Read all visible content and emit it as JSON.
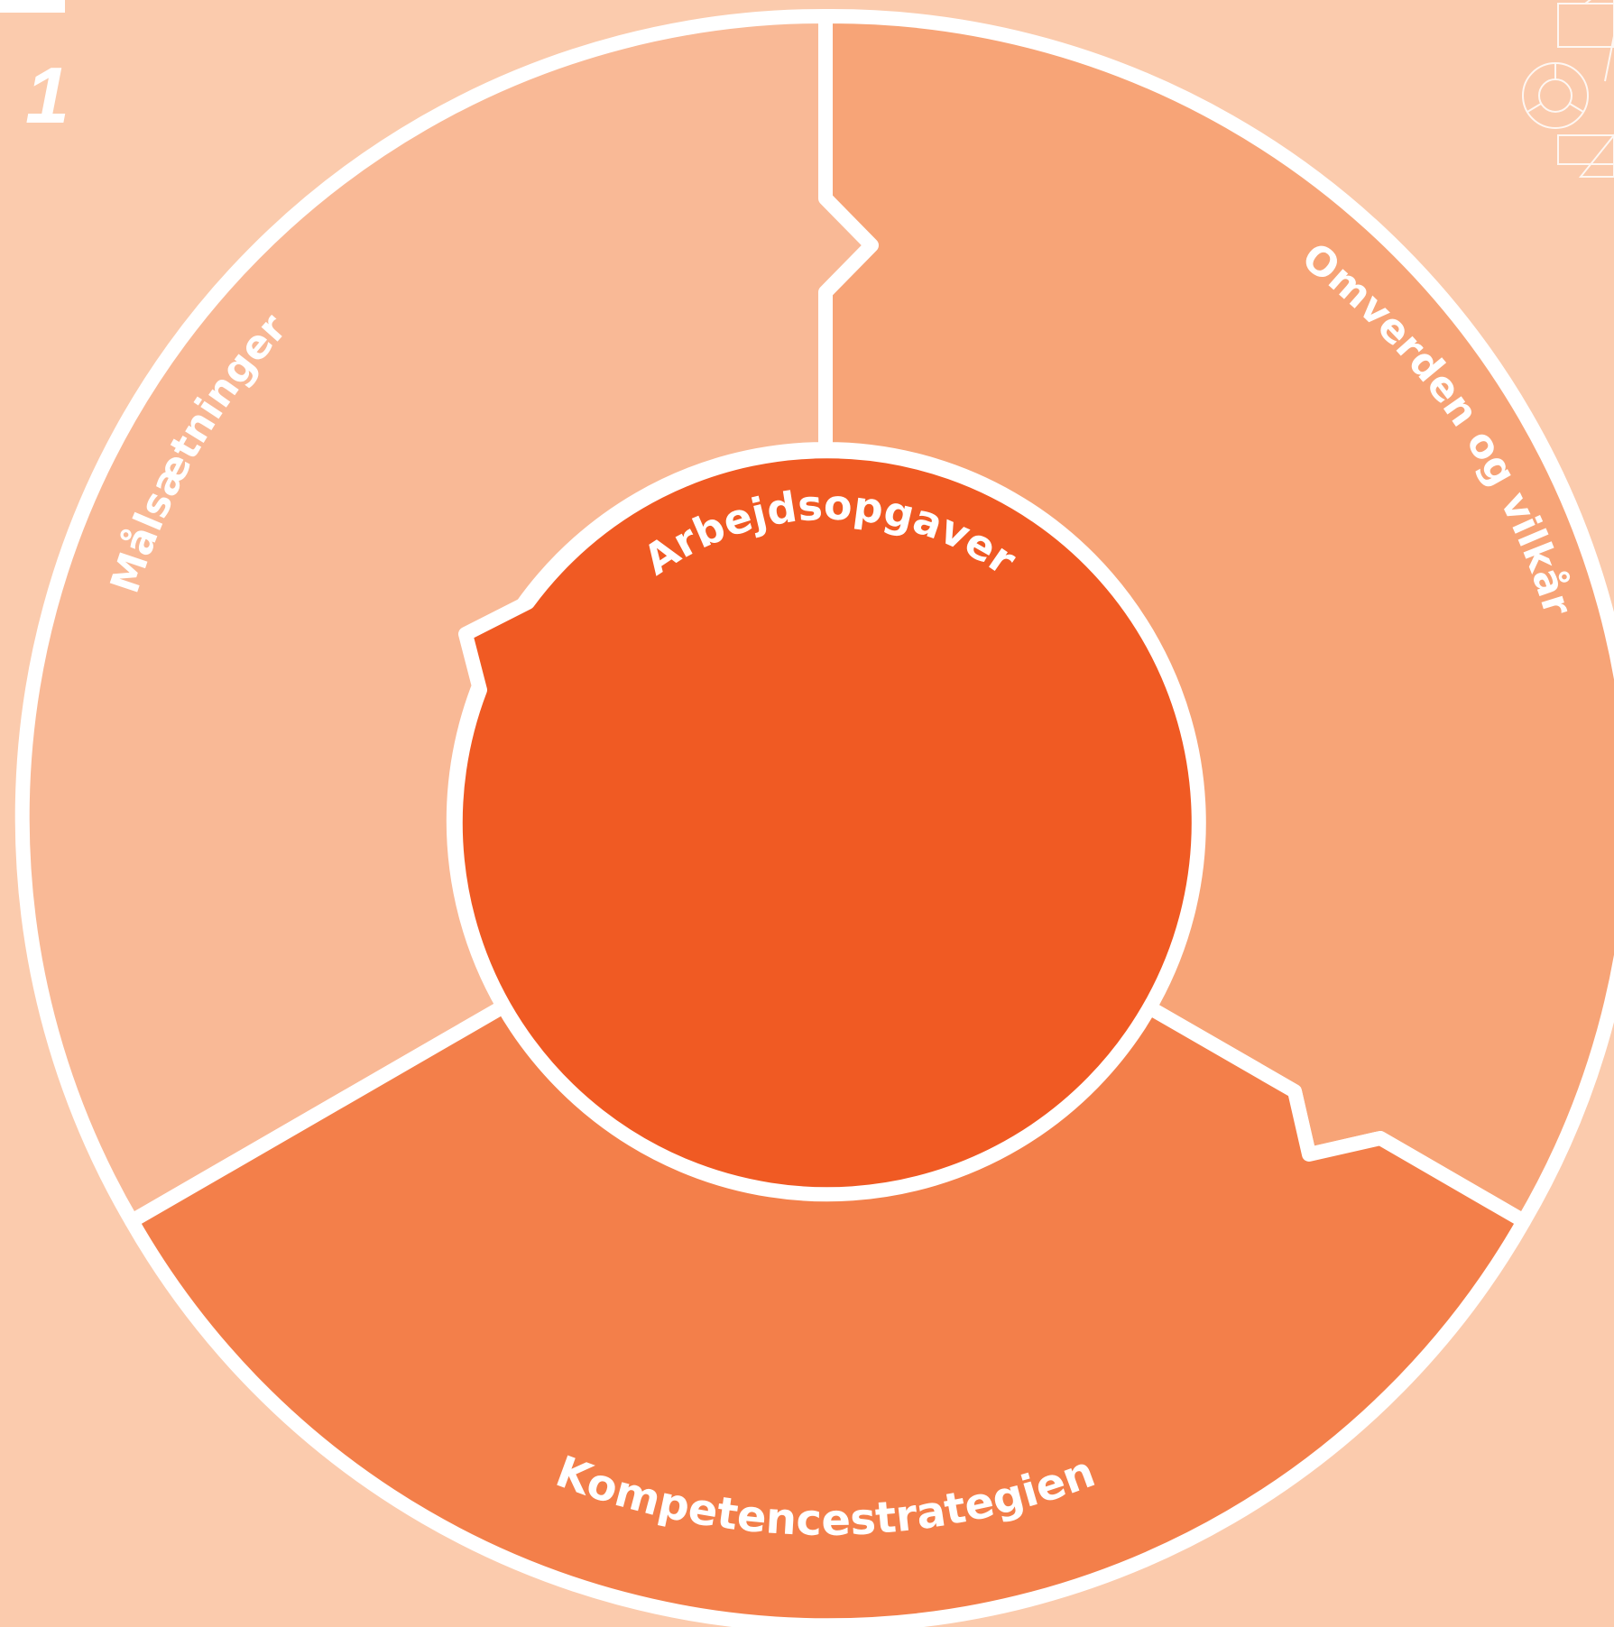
{
  "page_marker": "1",
  "colors": {
    "background": "#fbcbad",
    "outline": "#ffffff",
    "segment_top_left": "#f9b996",
    "segment_top_right": "#f7a477",
    "segment_bottom": "#f37f4a",
    "center": "#f05a23"
  },
  "diagram": {
    "center_label": "Arbejdsopgaver",
    "segments": [
      {
        "label": "Målsætninger"
      },
      {
        "label": "Omverden og vilkår"
      },
      {
        "label": "Kompetencestrategien"
      }
    ]
  },
  "corner_icon": "geometric-shapes-icon"
}
